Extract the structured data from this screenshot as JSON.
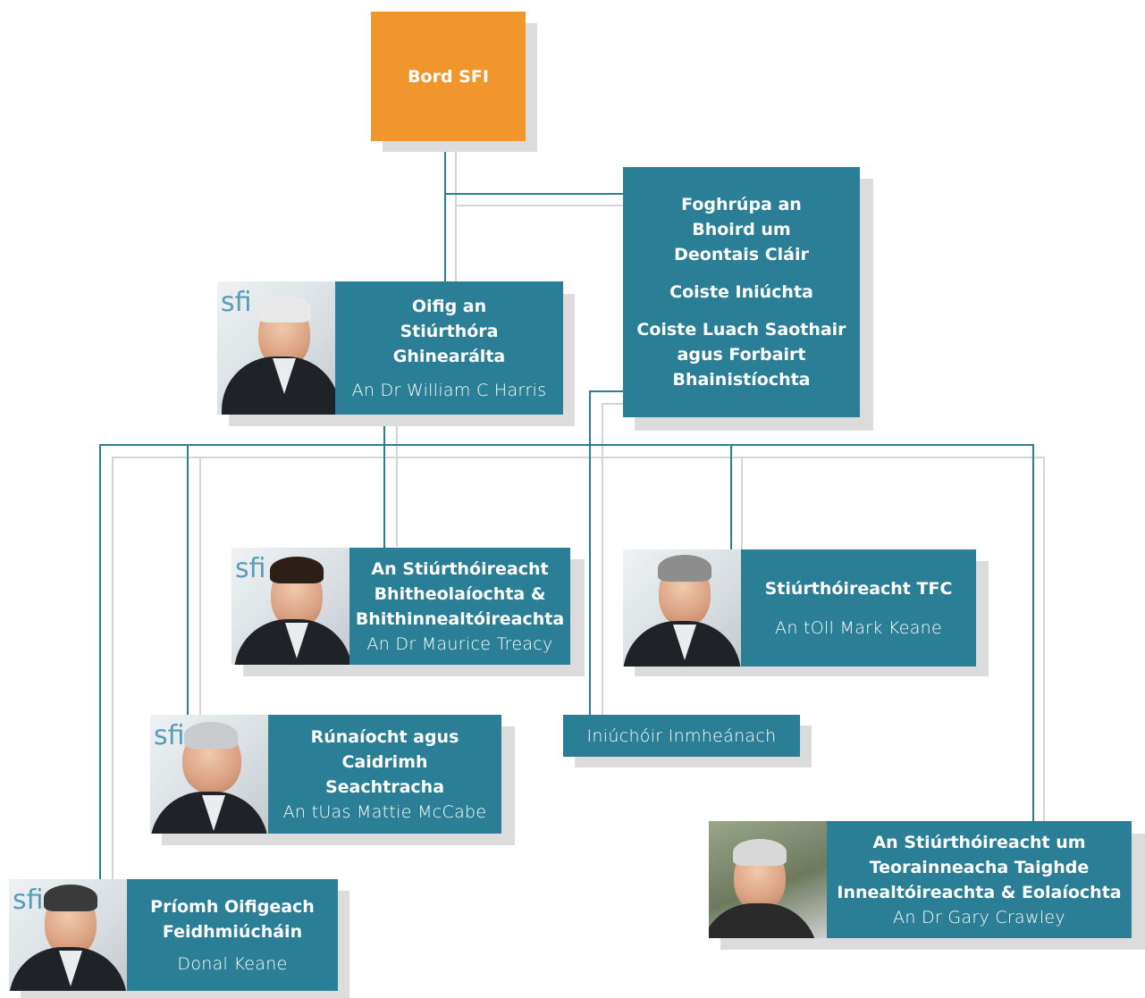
{
  "colors": {
    "box": "#2a7f97",
    "board": "#f0962d",
    "shadow": "#dcdcdc",
    "line": "#2a7f97"
  },
  "board": {
    "title": "Bord SFI"
  },
  "subcommittees": {
    "line1": "Foghrúpa an\nBhoird um\nDeontais Cláir",
    "line2": "Coiste Iniúchta",
    "line3": "Coiste Luach Saothair\nagus Forbairt\nBhainistíochta"
  },
  "director_general": {
    "title": "Oifig an\nStiúrthóra\nGhinearálta",
    "name": "An Dr William C Harris",
    "photo_logo": "sfi"
  },
  "biology": {
    "title": "An Stiúrthóireacht\nBhitheolaíochta &\nBhithinnealtóireachta",
    "name": "An Dr Maurice Treacy",
    "photo_logo": "sfi"
  },
  "ict": {
    "title": "Stiúrthóireacht TFC",
    "name": "An tOll Mark Keane"
  },
  "secretariat": {
    "title": "Rúnaíocht agus\nCaidrimh\nSeachtracha",
    "name": "An tUas Mattie McCabe",
    "photo_logo": "sfi"
  },
  "internal_audit": {
    "title": "Iniúchóir Inmheánach"
  },
  "engineering": {
    "title": "An Stiúrthóireacht um\nTeorainneacha Taighde\nInnealtóireachta & Eolaíochta",
    "name": "An Dr Gary Crawley"
  },
  "coo": {
    "title": "Príomh Oifigeach\nFeidhmiúcháin",
    "name": "Donal Keane",
    "photo_logo": "sfi"
  }
}
